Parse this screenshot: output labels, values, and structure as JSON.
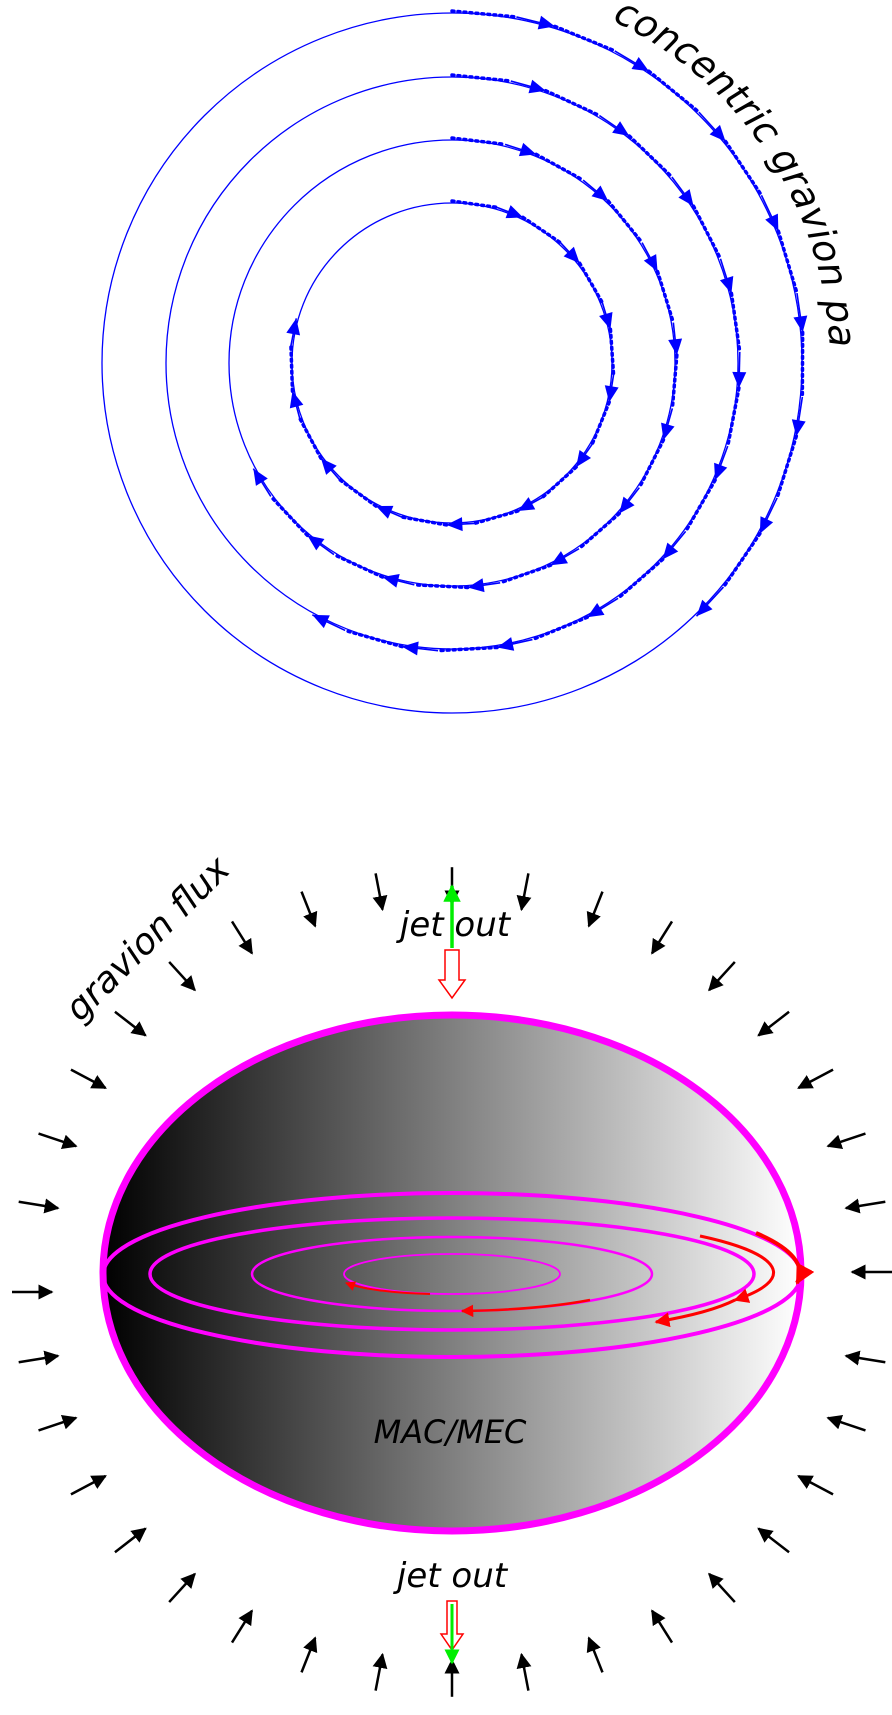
{
  "top_diagram": {
    "label": "concentric gravion paths",
    "ring_color": "#0000ff",
    "arrow_color": "#0000ff",
    "ring_count": 4
  },
  "bottom_diagram": {
    "flux_label": "gravion flux",
    "jet_top_label": "jet out",
    "jet_bottom_label": "jet out",
    "body_label": "MAC/MEC",
    "outline_color": "#ff00ff",
    "orbit_arrow_color": "#ff0000",
    "jet_color": "#00ee00",
    "flux_arrow_color": "#000000",
    "flux_arrow_count": 36,
    "body_gradient": [
      "#000000",
      "#ffffff"
    ]
  }
}
